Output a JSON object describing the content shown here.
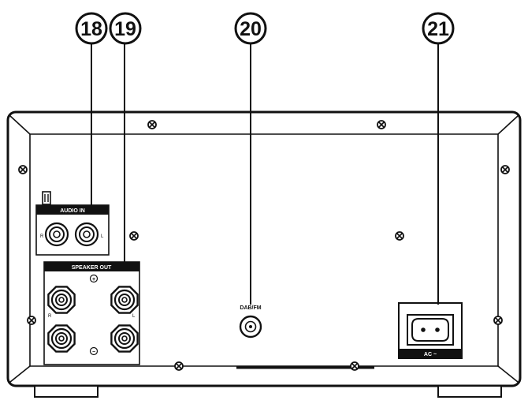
{
  "callouts": [
    {
      "id": "callout-18",
      "label": "18"
    },
    {
      "id": "callout-19",
      "label": "19"
    },
    {
      "id": "callout-20",
      "label": "20"
    },
    {
      "id": "callout-21",
      "label": "21"
    }
  ],
  "panels": {
    "audio_in": "AUDIO IN",
    "audio_in_right": "R",
    "audio_in_left": "L",
    "speaker_out": "SPEAKER OUT",
    "speaker_plus": "+",
    "speaker_minus": "−",
    "speaker_right": "R",
    "speaker_left": "L",
    "antenna": "DAB/FM",
    "ac_inlet": "AC ~"
  },
  "colors": {
    "line": "#111111",
    "background": "#ffffff"
  }
}
